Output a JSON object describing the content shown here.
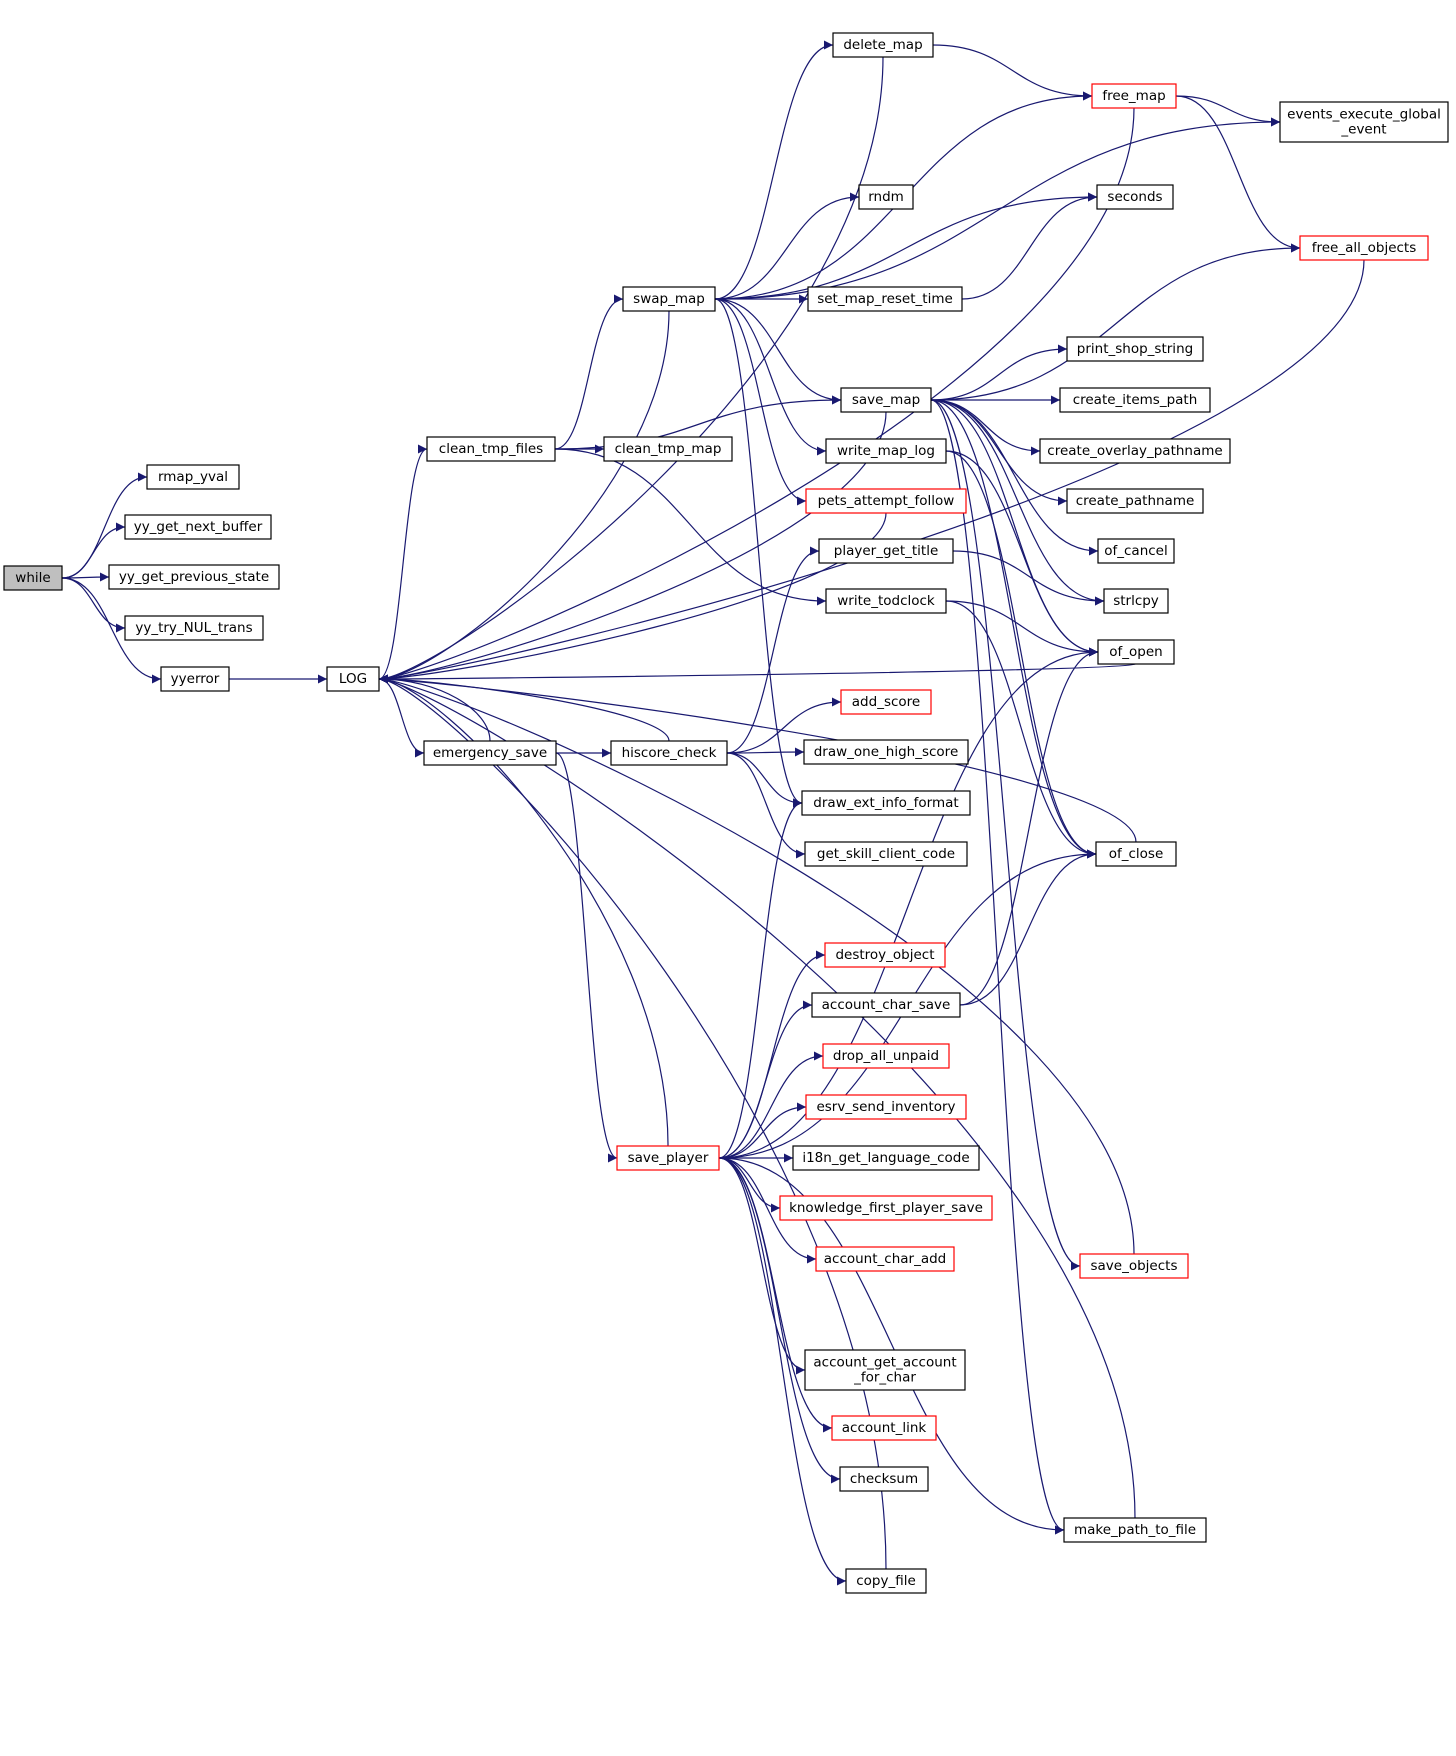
{
  "diagram": {
    "colors": {
      "edge": "#191970",
      "border": "#000000",
      "truncated_border": "#ff0000",
      "root_fill": "#bfbfbf"
    },
    "nodes": [
      {
        "id": "while",
        "label": "while",
        "style": "root"
      },
      {
        "id": "rmap_yval",
        "label": "rmap_yval"
      },
      {
        "id": "yy_get_next_buffer",
        "label": "yy_get_next_buffer"
      },
      {
        "id": "yy_get_previous_state",
        "label": "yy_get_previous_state"
      },
      {
        "id": "yy_try_NUL_trans",
        "label": "yy_try_NUL_trans"
      },
      {
        "id": "yyerror",
        "label": "yyerror"
      },
      {
        "id": "LOG",
        "label": "LOG"
      },
      {
        "id": "clean_tmp_files",
        "label": "clean_tmp_files"
      },
      {
        "id": "emergency_save",
        "label": "emergency_save"
      },
      {
        "id": "swap_map",
        "label": "swap_map"
      },
      {
        "id": "clean_tmp_map",
        "label": "clean_tmp_map"
      },
      {
        "id": "hiscore_check",
        "label": "hiscore_check"
      },
      {
        "id": "save_player",
        "label": "save_player",
        "style": "red"
      },
      {
        "id": "delete_map",
        "label": "delete_map"
      },
      {
        "id": "rndm",
        "label": "rndm"
      },
      {
        "id": "set_map_reset_time",
        "label": "set_map_reset_time"
      },
      {
        "id": "save_map",
        "label": "save_map"
      },
      {
        "id": "write_map_log",
        "label": "write_map_log"
      },
      {
        "id": "pets_attempt_follow",
        "label": "pets_attempt_follow",
        "style": "red"
      },
      {
        "id": "player_get_title",
        "label": "player_get_title"
      },
      {
        "id": "write_todclock",
        "label": "write_todclock"
      },
      {
        "id": "add_score",
        "label": "add_score",
        "style": "red"
      },
      {
        "id": "draw_one_high_score",
        "label": "draw_one_high_score"
      },
      {
        "id": "draw_ext_info_format",
        "label": "draw_ext_info_format"
      },
      {
        "id": "get_skill_client_code",
        "label": "get_skill_client_code"
      },
      {
        "id": "destroy_object",
        "label": "destroy_object",
        "style": "red"
      },
      {
        "id": "account_char_save",
        "label": "account_char_save"
      },
      {
        "id": "drop_all_unpaid",
        "label": "drop_all_unpaid",
        "style": "red"
      },
      {
        "id": "esrv_send_inventory",
        "label": "esrv_send_inventory",
        "style": "red"
      },
      {
        "id": "i18n_get_language_code",
        "label": "i18n_get_language_code"
      },
      {
        "id": "knowledge_first_player_save",
        "label": "knowledge_first_player_save",
        "style": "red"
      },
      {
        "id": "account_char_add",
        "label": "account_char_add",
        "style": "red"
      },
      {
        "id": "account_get_account_for_char",
        "label": "account_get_account\n_for_char"
      },
      {
        "id": "account_link",
        "label": "account_link",
        "style": "red"
      },
      {
        "id": "checksum",
        "label": "checksum"
      },
      {
        "id": "copy_file",
        "label": "copy_file"
      },
      {
        "id": "free_map",
        "label": "free_map",
        "style": "red"
      },
      {
        "id": "seconds",
        "label": "seconds"
      },
      {
        "id": "free_all_objects",
        "label": "free_all_objects",
        "style": "red"
      },
      {
        "id": "print_shop_string",
        "label": "print_shop_string"
      },
      {
        "id": "create_items_path",
        "label": "create_items_path"
      },
      {
        "id": "create_overlay_pathname",
        "label": "create_overlay_pathname"
      },
      {
        "id": "create_pathname",
        "label": "create_pathname"
      },
      {
        "id": "of_cancel",
        "label": "of_cancel"
      },
      {
        "id": "strlcpy",
        "label": "strlcpy"
      },
      {
        "id": "of_open",
        "label": "of_open"
      },
      {
        "id": "of_close",
        "label": "of_close"
      },
      {
        "id": "save_objects",
        "label": "save_objects",
        "style": "red"
      },
      {
        "id": "make_path_to_file",
        "label": "make_path_to_file"
      },
      {
        "id": "events_execute_global_event",
        "label": "events_execute_global\n_event"
      }
    ],
    "edges": [
      [
        "while",
        "rmap_yval"
      ],
      [
        "while",
        "yy_get_next_buffer"
      ],
      [
        "while",
        "yy_get_previous_state"
      ],
      [
        "while",
        "yy_try_NUL_trans"
      ],
      [
        "while",
        "yyerror"
      ],
      [
        "yyerror",
        "LOG"
      ],
      [
        "LOG",
        "clean_tmp_files"
      ],
      [
        "LOG",
        "emergency_save"
      ],
      [
        "clean_tmp_files",
        "clean_tmp_map"
      ],
      [
        "clean_tmp_files",
        "swap_map"
      ],
      [
        "clean_tmp_files",
        "save_map"
      ],
      [
        "clean_tmp_files",
        "write_todclock"
      ],
      [
        "emergency_save",
        "hiscore_check"
      ],
      [
        "emergency_save",
        "save_player"
      ],
      [
        "emergency_save",
        "LOG"
      ],
      [
        "swap_map",
        "delete_map"
      ],
      [
        "swap_map",
        "free_map"
      ],
      [
        "swap_map",
        "events_execute_global_event"
      ],
      [
        "swap_map",
        "rndm"
      ],
      [
        "swap_map",
        "seconds"
      ],
      [
        "swap_map",
        "set_map_reset_time"
      ],
      [
        "swap_map",
        "save_map"
      ],
      [
        "swap_map",
        "write_map_log"
      ],
      [
        "swap_map",
        "pets_attempt_follow"
      ],
      [
        "swap_map",
        "draw_ext_info_format"
      ],
      [
        "swap_map",
        "LOG"
      ],
      [
        "set_map_reset_time",
        "seconds"
      ],
      [
        "delete_map",
        "free_map"
      ],
      [
        "delete_map",
        "LOG"
      ],
      [
        "free_map",
        "events_execute_global_event"
      ],
      [
        "free_map",
        "free_all_objects"
      ],
      [
        "free_map",
        "LOG"
      ],
      [
        "free_all_objects",
        "LOG"
      ],
      [
        "save_map",
        "free_all_objects"
      ],
      [
        "save_map",
        "print_shop_string"
      ],
      [
        "save_map",
        "create_items_path"
      ],
      [
        "save_map",
        "create_overlay_pathname"
      ],
      [
        "save_map",
        "create_pathname"
      ],
      [
        "save_map",
        "of_cancel"
      ],
      [
        "save_map",
        "strlcpy"
      ],
      [
        "save_map",
        "of_open"
      ],
      [
        "save_map",
        "of_close"
      ],
      [
        "save_map",
        "save_objects"
      ],
      [
        "save_map",
        "make_path_to_file"
      ],
      [
        "save_map",
        "LOG"
      ],
      [
        "write_map_log",
        "of_open"
      ],
      [
        "write_map_log",
        "of_close"
      ],
      [
        "write_todclock",
        "of_open"
      ],
      [
        "write_todclock",
        "of_close"
      ],
      [
        "player_get_title",
        "strlcpy"
      ],
      [
        "pets_attempt_follow",
        "LOG"
      ],
      [
        "of_open",
        "LOG"
      ],
      [
        "hiscore_check",
        "add_score"
      ],
      [
        "hiscore_check",
        "draw_one_high_score"
      ],
      [
        "hiscore_check",
        "draw_ext_info_format"
      ],
      [
        "hiscore_check",
        "get_skill_client_code"
      ],
      [
        "hiscore_check",
        "player_get_title"
      ],
      [
        "hiscore_check",
        "LOG"
      ],
      [
        "save_player",
        "draw_ext_info_format"
      ],
      [
        "save_player",
        "destroy_object"
      ],
      [
        "save_player",
        "account_char_save"
      ],
      [
        "save_player",
        "drop_all_unpaid"
      ],
      [
        "save_player",
        "esrv_send_inventory"
      ],
      [
        "save_player",
        "i18n_get_language_code"
      ],
      [
        "save_player",
        "knowledge_first_player_save"
      ],
      [
        "save_player",
        "account_char_add"
      ],
      [
        "save_player",
        "account_get_account_for_char"
      ],
      [
        "save_player",
        "account_link"
      ],
      [
        "save_player",
        "checksum"
      ],
      [
        "save_player",
        "copy_file"
      ],
      [
        "save_player",
        "make_path_to_file"
      ],
      [
        "save_player",
        "of_open"
      ],
      [
        "save_player",
        "of_close"
      ],
      [
        "save_player",
        "LOG"
      ],
      [
        "account_char_save",
        "of_open"
      ],
      [
        "account_char_save",
        "of_close"
      ],
      [
        "copy_file",
        "LOG"
      ],
      [
        "make_path_to_file",
        "LOG"
      ],
      [
        "save_objects",
        "LOG"
      ],
      [
        "of_close",
        "LOG"
      ]
    ]
  }
}
